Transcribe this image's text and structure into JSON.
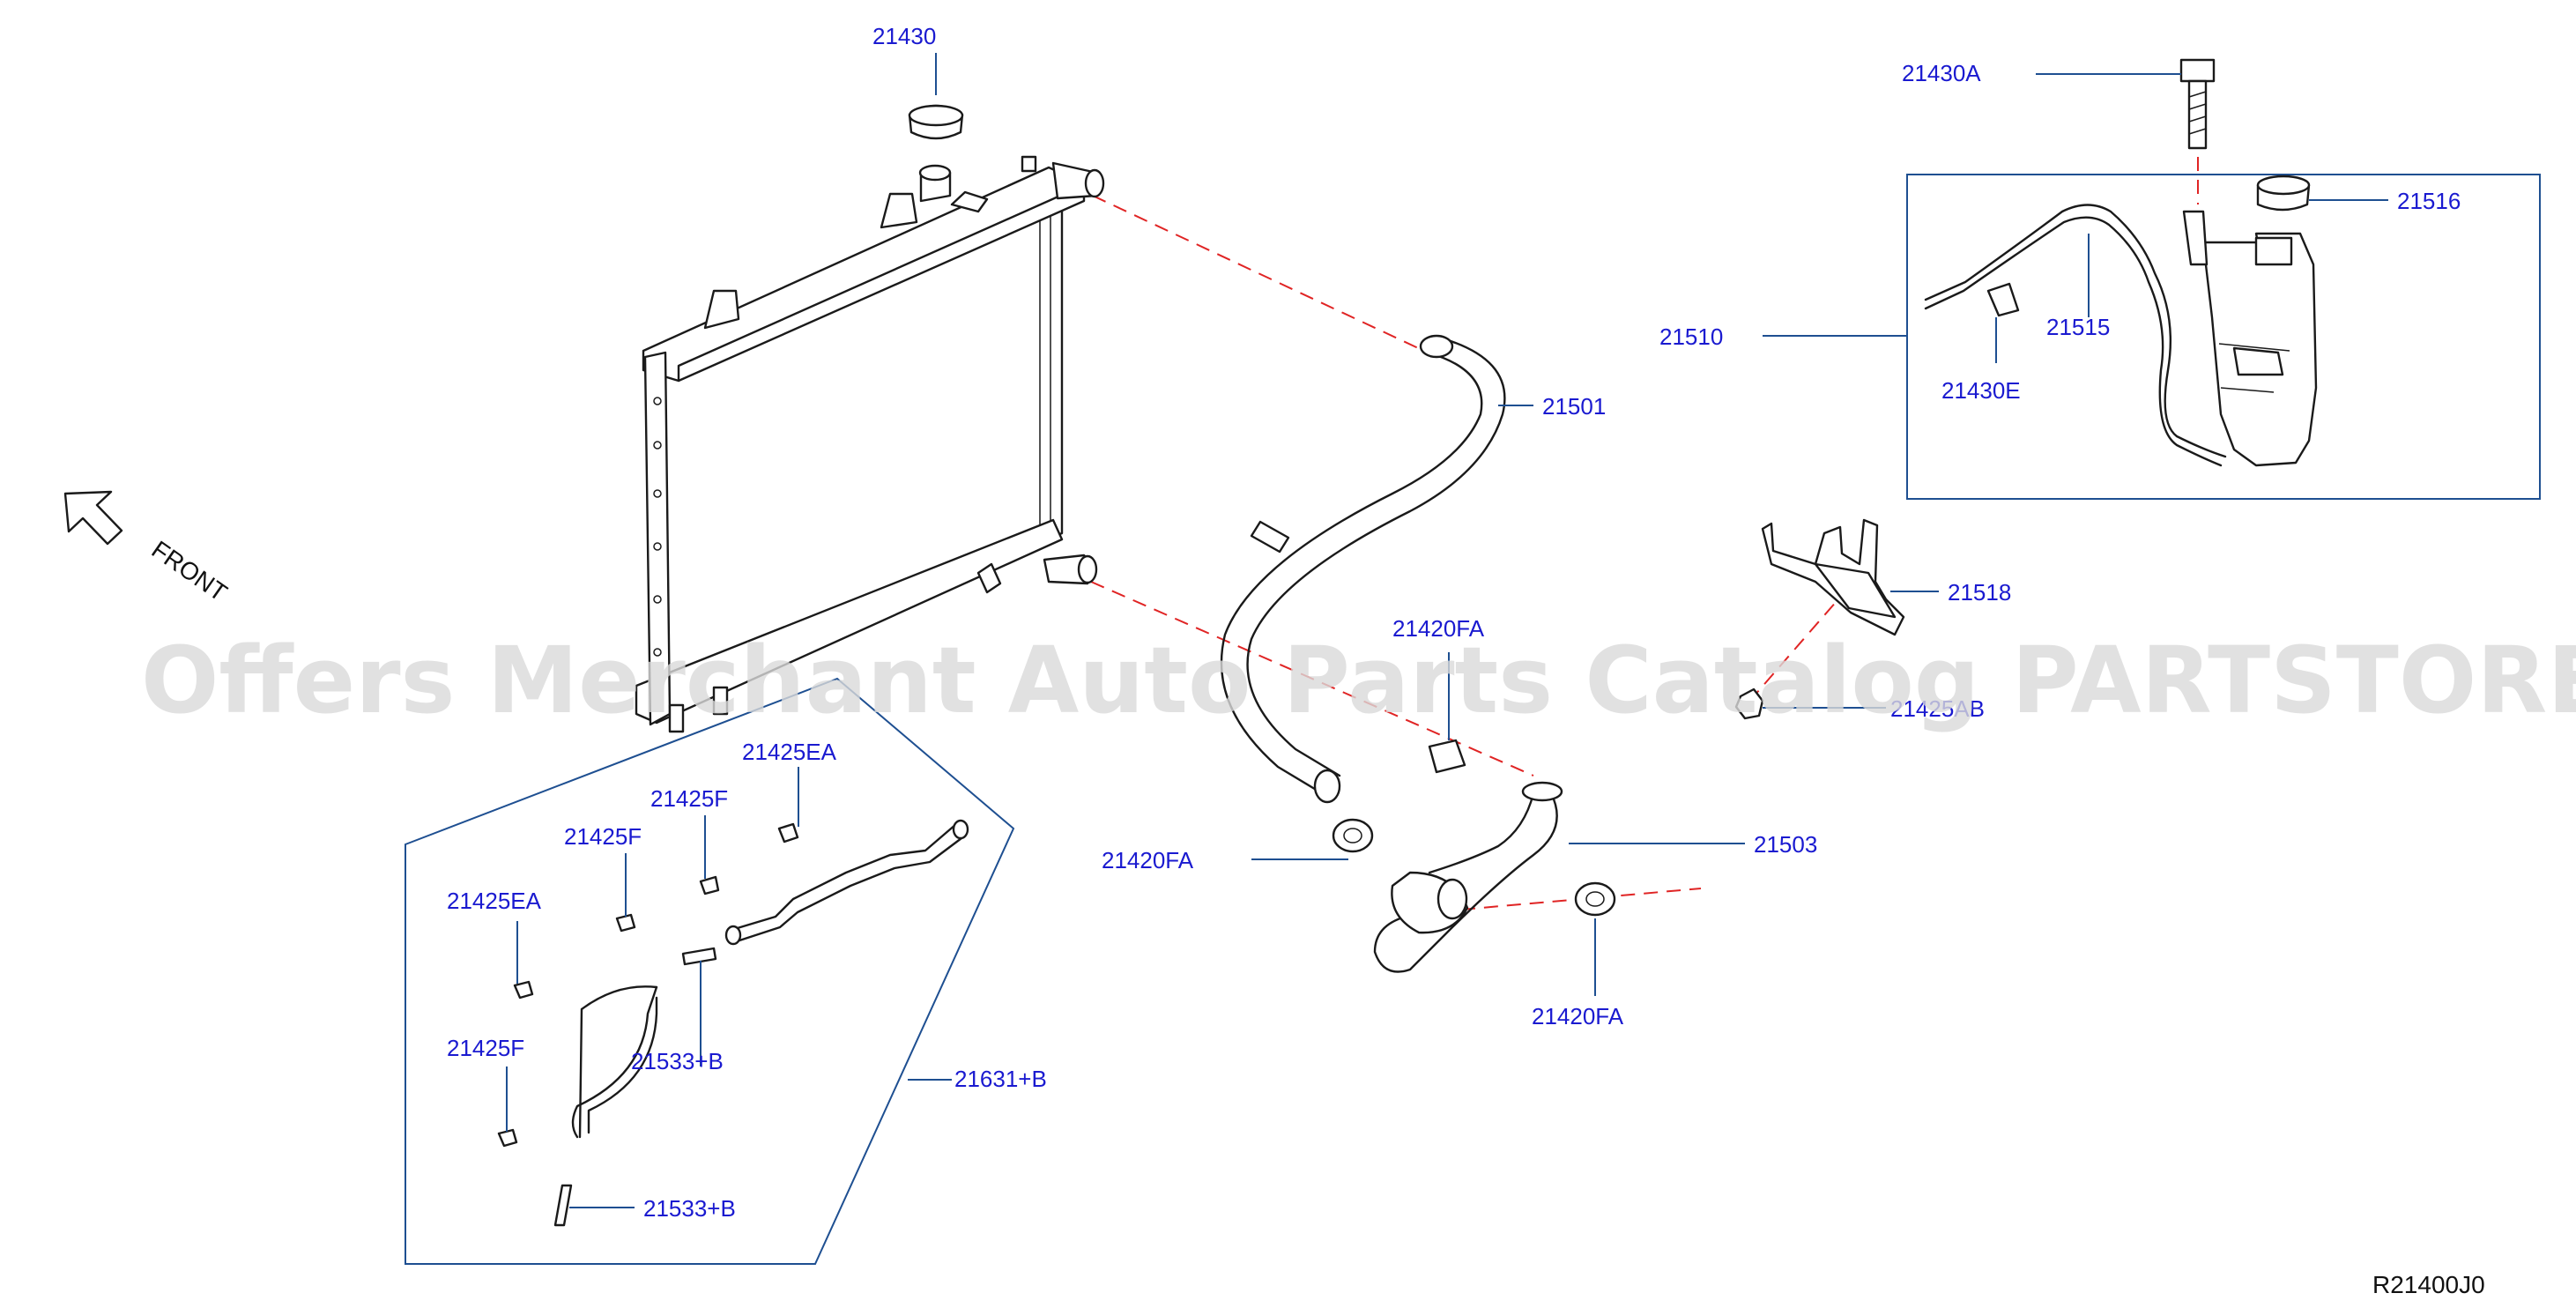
{
  "diagram": {
    "watermark": "Offers Merchant Auto Parts Catalog PARTSTORE.SA",
    "direction_label": "FRONT",
    "diagram_code": "R21400J0",
    "labels": {
      "p21430": "21430",
      "p21430A": "21430A",
      "p21516": "21516",
      "p21510": "21510",
      "p21515": "21515",
      "p21430E": "21430E",
      "p21501": "21501",
      "p21518": "21518",
      "p21425AB": "21425AB",
      "p21420FA_a": "21420FA",
      "p21420FA_b": "21420FA",
      "p21420FA_c": "21420FA",
      "p21503": "21503",
      "p21425EA_a": "21425EA",
      "p21425F_a": "21425F",
      "p21425F_b": "21425F",
      "p21425EA_b": "21425EA",
      "p21425F_c": "21425F",
      "p21533B_a": "21533+B",
      "p21631B": "21631+B",
      "p21533B_b": "21533+B"
    }
  }
}
